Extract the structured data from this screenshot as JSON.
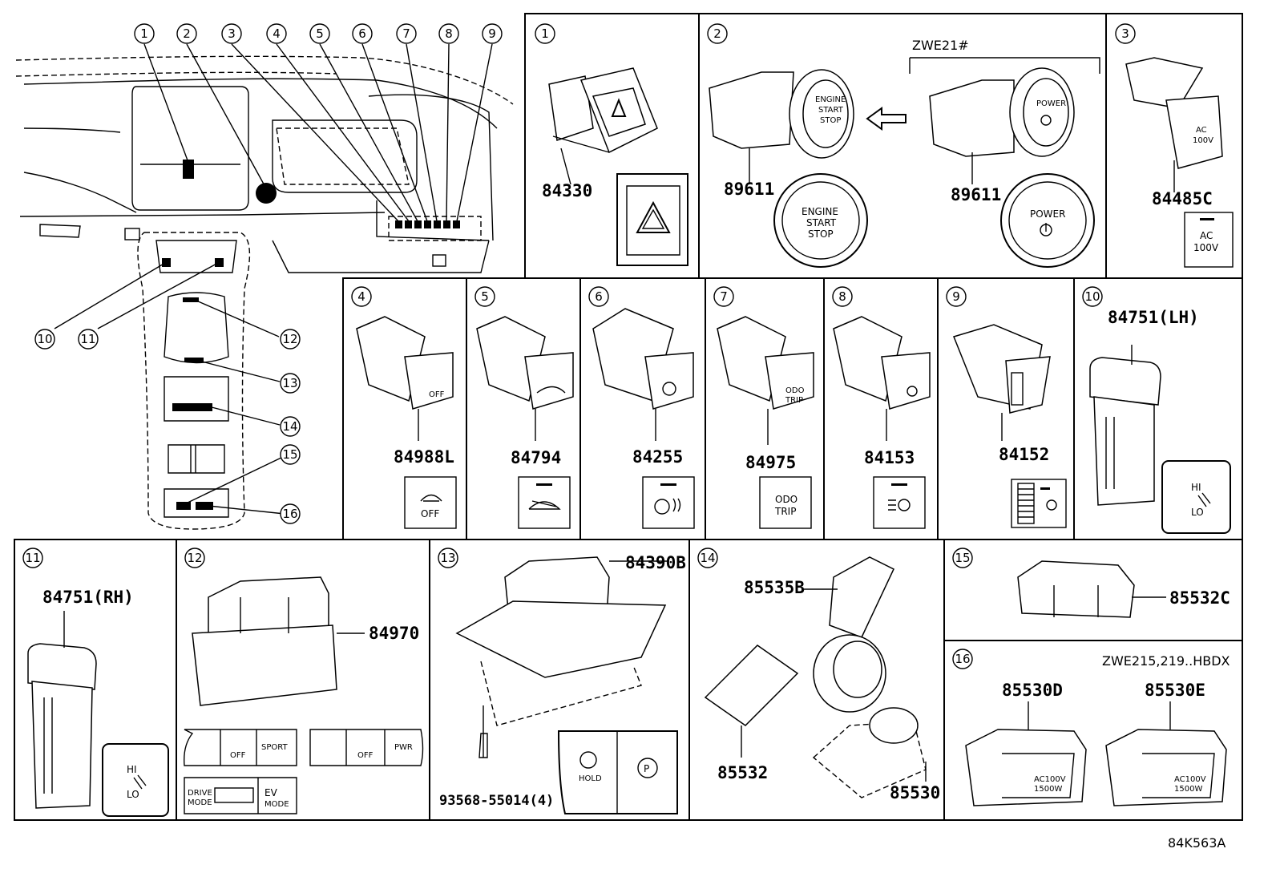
{
  "diagram": {
    "overview_callouts": [
      "1",
      "2",
      "3",
      "4",
      "5",
      "6",
      "7",
      "8",
      "9",
      "10",
      "11",
      "12",
      "13",
      "14",
      "15",
      "16"
    ],
    "panels": [
      {
        "num": "1",
        "parts": [
          "84330"
        ]
      },
      {
        "num": "2",
        "parts": [
          "89611",
          "89611"
        ],
        "note": "ZWE21#",
        "icon_text_a": [
          "ENGINE",
          "START",
          "STOP"
        ],
        "icon_text_b": [
          "POWER"
        ]
      },
      {
        "num": "3",
        "parts": [
          "84485C"
        ],
        "icon_text": [
          "AC",
          "100V"
        ]
      },
      {
        "num": "4",
        "parts": [
          "84988L"
        ],
        "icon_text": [
          "OFF"
        ]
      },
      {
        "num": "5",
        "parts": [
          "84794"
        ]
      },
      {
        "num": "6",
        "parts": [
          "84255"
        ]
      },
      {
        "num": "7",
        "parts": [
          "84975"
        ],
        "icon_text": [
          "ODO",
          "TRIP"
        ]
      },
      {
        "num": "8",
        "parts": [
          "84153"
        ]
      },
      {
        "num": "9",
        "parts": [
          "84152"
        ]
      },
      {
        "num": "10",
        "parts": [
          "84751(LH)"
        ],
        "icon_text": [
          "HI",
          "LO"
        ]
      },
      {
        "num": "11",
        "parts": [
          "84751(RH)"
        ],
        "icon_text": [
          "HI",
          "LO"
        ]
      },
      {
        "num": "12",
        "parts": [
          "84970"
        ],
        "icon_text_a": [
          "OFF",
          "SPORT"
        ],
        "icon_text_b": [
          "OFF",
          "PWR"
        ],
        "icon_text_c": [
          "DRIVE",
          "MODE",
          "EV",
          "MODE"
        ]
      },
      {
        "num": "13",
        "parts": [
          "84390B",
          "93568-55014(4)"
        ],
        "icon_text": [
          "HOLD"
        ]
      },
      {
        "num": "14",
        "parts": [
          "85535B",
          "85532",
          "85530"
        ]
      },
      {
        "num": "15",
        "parts": [
          "85532C"
        ]
      },
      {
        "num": "16",
        "parts": [
          "85530D",
          "85530E"
        ],
        "note": "ZWE215,219..HBDX",
        "icon_text": [
          "AC100V",
          "1500W"
        ]
      }
    ],
    "drawing_code": "84K563A"
  }
}
